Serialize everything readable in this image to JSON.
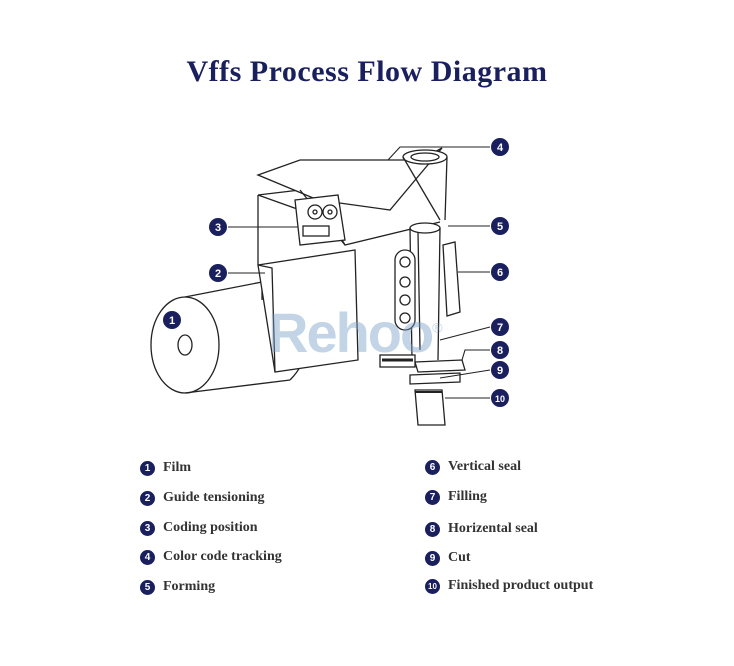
{
  "title": "Vffs Process Flow Diagram",
  "watermark": "Rehoo",
  "watermark_mark": "®",
  "badge_color": "#1a1f5e",
  "callouts": [
    "1",
    "2",
    "3",
    "4",
    "5",
    "6",
    "7",
    "8",
    "9",
    "10"
  ],
  "legend": {
    "left": [
      {
        "num": "1",
        "label": "Film"
      },
      {
        "num": "2",
        "label": "Guide tensioning"
      },
      {
        "num": "3",
        "label": "Coding position"
      },
      {
        "num": "4",
        "label": "Color code tracking"
      },
      {
        "num": "5",
        "label": "Forming"
      }
    ],
    "right": [
      {
        "num": "6",
        "label": "Vertical seal"
      },
      {
        "num": "7",
        "label": "Filling"
      },
      {
        "num": "8",
        "label": "Horizental seal"
      },
      {
        "num": "9",
        "label": "Cut"
      },
      {
        "num": "10",
        "label": "Finished product output"
      }
    ]
  }
}
